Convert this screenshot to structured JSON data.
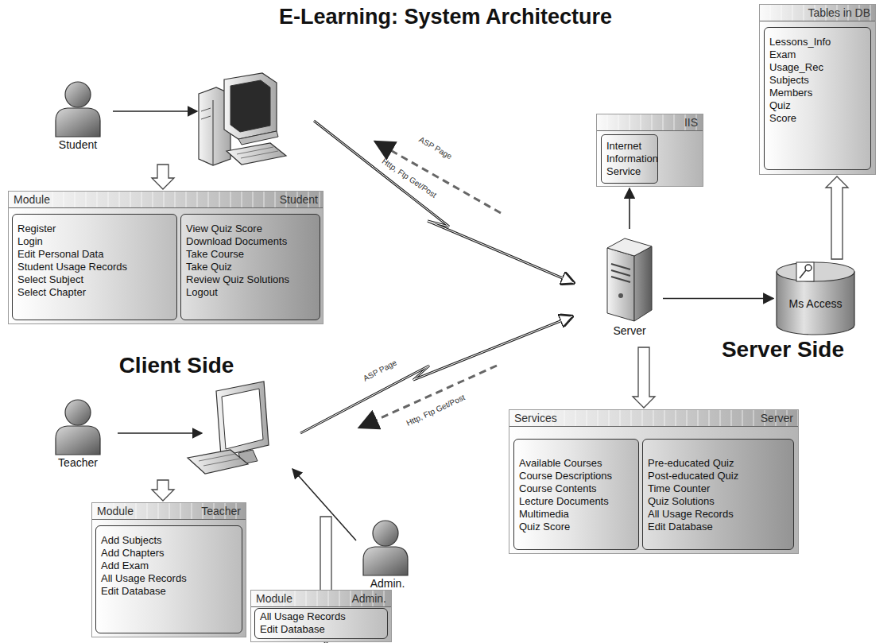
{
  "diagram": {
    "title": "E-Learning: System Architecture",
    "nodes": [
      {
        "text": [
          "Student"
        ]
      },
      {
        "text": [
          "Module",
          "Student"
        ]
      },
      {
        "text": [
          "Register",
          "Login",
          "Edit Personal Data",
          "Student Usage Records",
          "Select Subject",
          "Select Chapter"
        ],
        "in": 1
      },
      {
        "text": [
          "View Quiz Score",
          "Download Documents",
          "Take Course",
          "Take Quiz",
          "Review Quiz Solutions",
          "Logout"
        ],
        "in": 1
      },
      {
        "text": [
          "Teacher"
        ]
      },
      {
        "text": [
          "Module",
          "Teacher"
        ]
      },
      {
        "text": [
          "Add Subjects",
          "Add Chapters",
          "Add Exam",
          "All Usage Records",
          "Edit Database"
        ],
        "in": 5
      },
      {
        "text": [
          "Admin."
        ]
      },
      {
        "text": [
          "Module",
          "Admin."
        ]
      },
      {
        "text": [
          "All Usage Records",
          "Edit Database"
        ],
        "in": 8
      },
      {
        "text": [
          "Server"
        ]
      },
      {
        "text": [
          "IIS",
          "Internet Information Service"
        ]
      },
      {
        "text": [
          "Ms Access"
        ]
      },
      {
        "text": [
          "Tables in DB"
        ]
      },
      {
        "text": [
          "Lessons_Info",
          "Exam",
          "Usage_Rec",
          "Subjects",
          "Members",
          "Quiz",
          "Score"
        ],
        "in": 13
      },
      {
        "text": [
          "Services",
          "Server"
        ]
      },
      {
        "text": [
          "Available Courses",
          "Course Descriptions",
          "Course Contents",
          "Lecture Documents",
          "Multimedia",
          "Quiz Score"
        ],
        "in": 15
      },
      {
        "text": [
          "Pre-educated Quiz",
          "Post-educated Quiz",
          "Time Counter",
          "Quiz Solutions",
          "All Usage Records",
          "Edit Database"
        ],
        "in": 15
      }
    ],
    "edges": [
      {
        "from": 0,
        "to": 1,
        "arrow": "to"
      },
      {
        "from": 10,
        "to": 11,
        "arrow": "to"
      },
      {
        "from": 10,
        "to": 12,
        "arrow": "to"
      },
      {
        "from": 12,
        "to": 13,
        "arrow": "to"
      },
      {
        "from": 10,
        "to": 15,
        "arrow": "to"
      },
      {
        "from": 4,
        "to": 5,
        "arrow": "to"
      },
      {
        "from": 7,
        "to": 8,
        "arrow": "to"
      }
    ],
    "labels": [
      "ASP Page",
      "Http, Ftp Get/Post",
      "Client Side",
      "Server Side",
      "ASP Page",
      "Http, Ftp Get/Post"
    ]
  }
}
